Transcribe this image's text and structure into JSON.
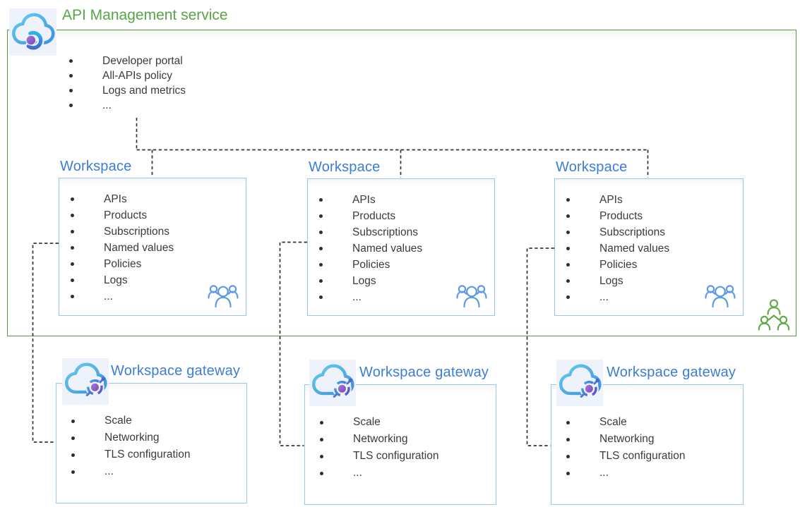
{
  "colors": {
    "green_text": "#57A546",
    "green_border": "#5A9A3C",
    "blue_title": "#3B7DD8",
    "box_border": "#9CC6EF",
    "body_text": "#3B3B3B",
    "connector": "#333333",
    "people_blue": "#5B9BE8",
    "people_green": "#64A94A",
    "icon_bg": "#EDF2FB"
  },
  "service": {
    "title": "API Management service",
    "icon": "api-management-cloud-icon",
    "items": [
      "Developer portal",
      "All-APIs policy",
      "Logs and metrics",
      "..."
    ]
  },
  "workspaces": [
    {
      "title": "Workspace",
      "icon": "people-group-icon",
      "items": [
        "APIs",
        "Products",
        "Subscriptions",
        "Named values",
        "Policies",
        "Logs",
        "..."
      ]
    },
    {
      "title": "Workspace",
      "icon": "people-group-icon",
      "items": [
        "APIs",
        "Products",
        "Subscriptions",
        "Named values",
        "Policies",
        "Logs",
        "..."
      ]
    },
    {
      "title": "Workspace",
      "icon": "people-group-icon",
      "items": [
        "APIs",
        "Products",
        "Subscriptions",
        "Named values",
        "Policies",
        "Logs",
        "..."
      ]
    }
  ],
  "gateways": [
    {
      "title": "Workspace gateway",
      "icon": "workspace-gateway-cloud-icon",
      "items": [
        "Scale",
        "Networking",
        "TLS configuration",
        "..."
      ]
    },
    {
      "title": "Workspace gateway",
      "icon": "workspace-gateway-cloud-icon",
      "items": [
        "Scale",
        "Networking",
        "TLS configuration",
        "..."
      ]
    },
    {
      "title": "Workspace gateway",
      "icon": "workspace-gateway-cloud-icon",
      "items": [
        "Scale",
        "Networking",
        "TLS configuration",
        "..."
      ]
    }
  ],
  "org_icon": "org-people-icon"
}
